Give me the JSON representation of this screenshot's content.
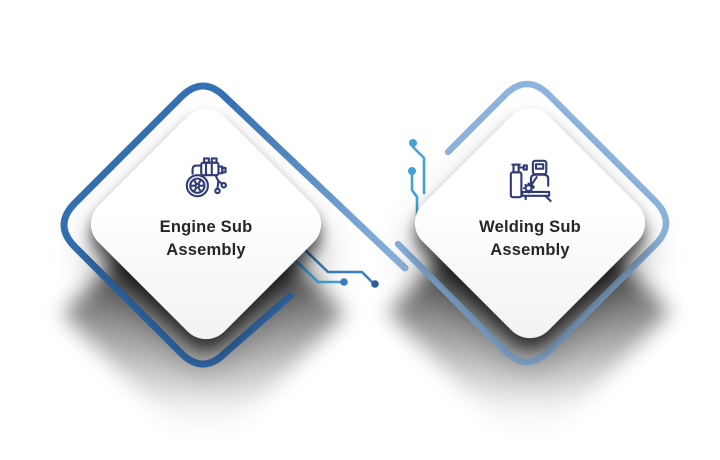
{
  "cards": [
    {
      "id": "engine",
      "icon": "engine-icon",
      "label_line1": "Engine Sub",
      "label_line2": "Assembly"
    },
    {
      "id": "welding",
      "icon": "welding-icon",
      "label_line1": "Welding Sub",
      "label_line2": "Assembly"
    }
  ],
  "colors": {
    "outline_dark": "#3470b2",
    "outline_dark_fade": "#8fb6de",
    "outline_light": "#8cb4dd",
    "circuit_cyan": "#41a3d7",
    "circuit_blue": "#3b7ec2",
    "dot_dark": "#2b5d9f",
    "icon_navy": "#2f3c78",
    "label_text": "#262626",
    "card_bg": "#fdfdfd"
  }
}
